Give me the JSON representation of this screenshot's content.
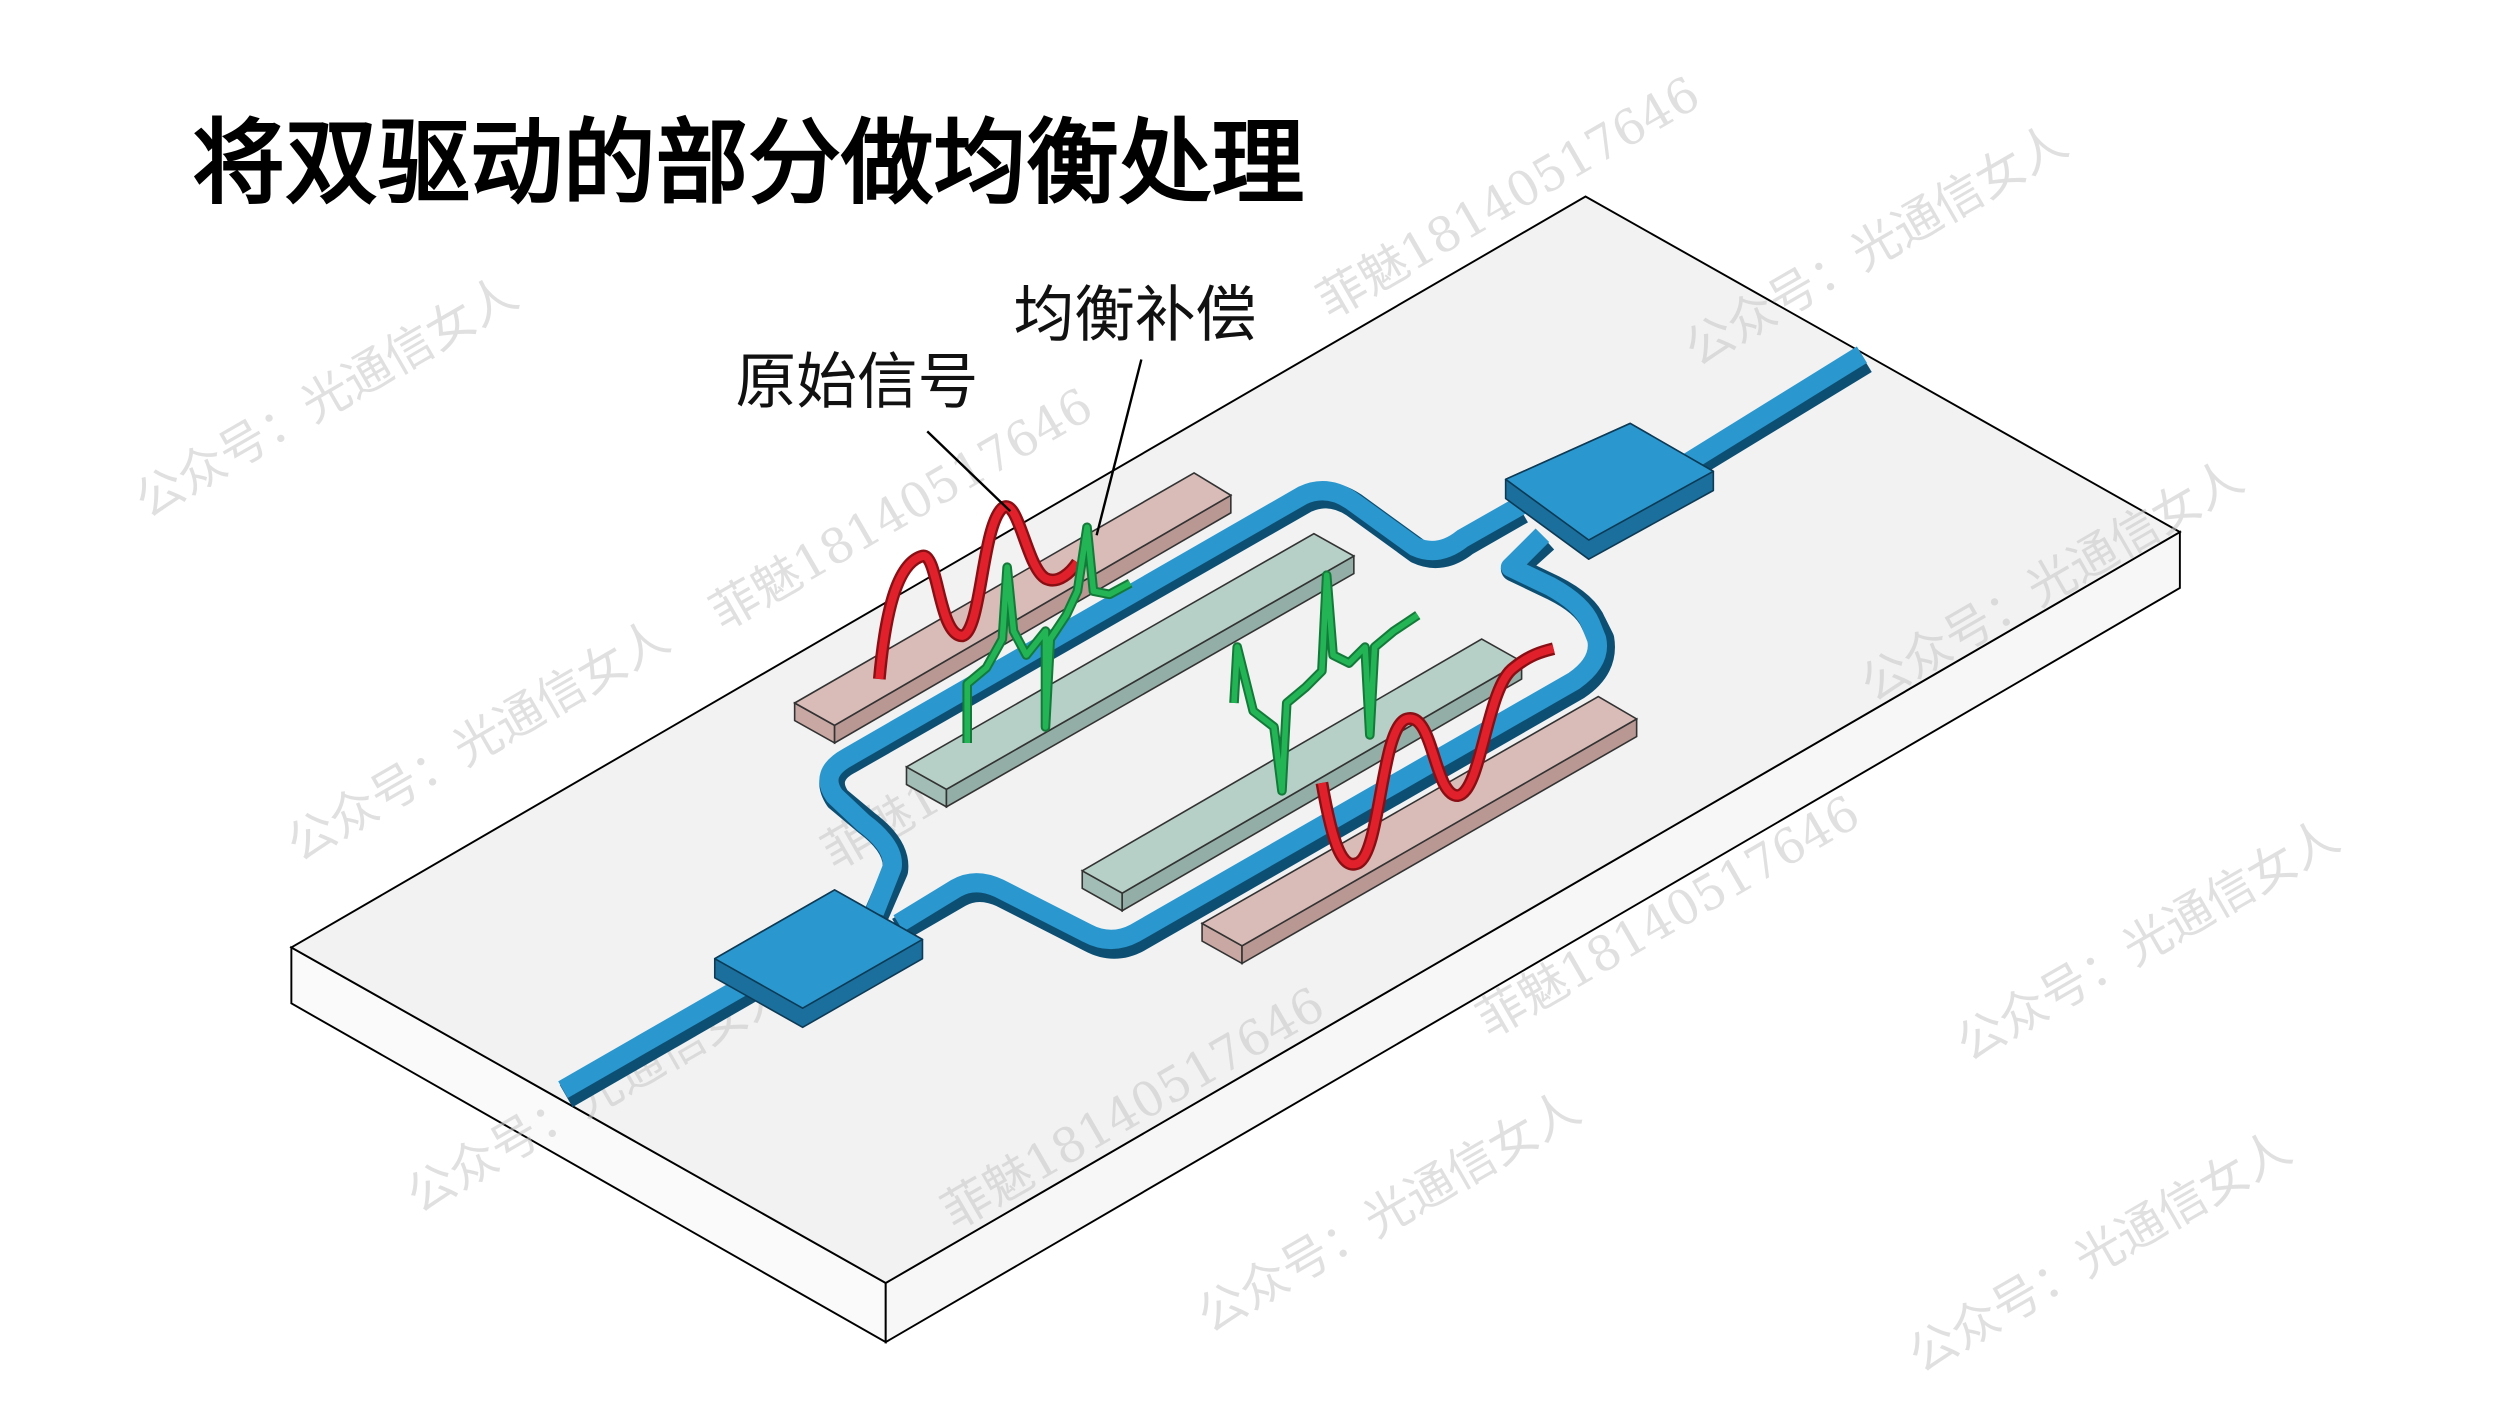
{
  "title": "将双驱动的部分做均衡处理",
  "labels": {
    "original_signal": "原始信号",
    "equalization_compensation": "均衡补偿"
  },
  "watermarks": {
    "account": "公众号：光通信女人",
    "contact": "菲魅18140517646"
  },
  "colors": {
    "substrate": "#f2f2f2",
    "waveguide": "#2a97cf",
    "electrode_signal": "#d9bcb8",
    "electrode_ground": "#b6d0c8",
    "original_wave": "#e0202a",
    "compensation_wave": "#22b455"
  }
}
